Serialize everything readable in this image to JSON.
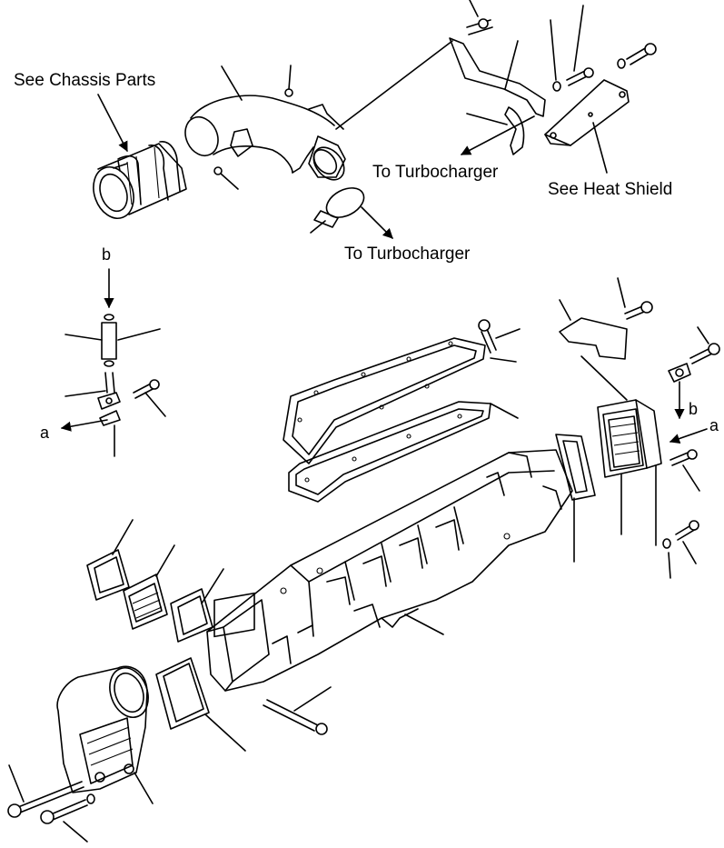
{
  "labels": {
    "see_chassis_parts": "See Chassis Parts",
    "to_turbocharger_upper": "To Turbocharger",
    "see_heat_shield": "See Heat Shield",
    "to_turbocharger_lower": "To Turbocharger"
  },
  "letters": {
    "b_top": "b",
    "a_left": "a",
    "b_right": "b",
    "a_right": "a"
  }
}
